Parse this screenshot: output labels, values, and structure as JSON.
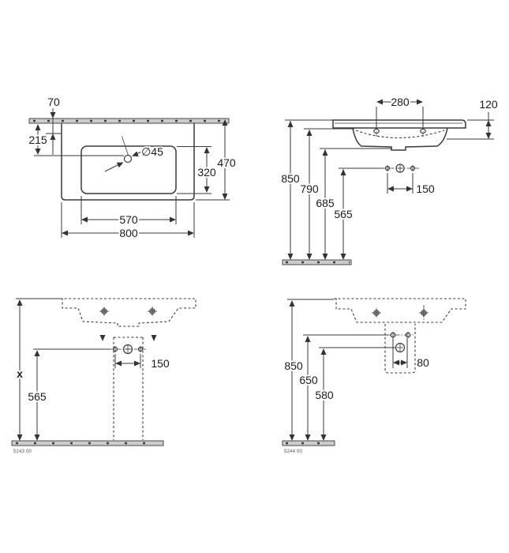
{
  "drawing_title": "washbasin-technical-drawing",
  "colors": {
    "line": "#3a3a3a",
    "text": "#1a1a1a",
    "wall_floor_band": "#cccccc",
    "background": "#ffffff"
  },
  "views": {
    "plan": {
      "dims": {
        "d70": "70",
        "d215": "215",
        "d45": "∅45",
        "d470": "470",
        "d320": "320",
        "d570": "570",
        "d800": "800"
      }
    },
    "side": {
      "dims": {
        "d280": "280",
        "d120": "120",
        "d850": "850",
        "d790": "790",
        "d685": "685",
        "d565": "565",
        "d150": "150"
      }
    },
    "front_pedestal": {
      "dims": {
        "dx": "x",
        "d565": "565",
        "d150": "150"
      },
      "part_no": "5243 00"
    },
    "front_siphon": {
      "dims": {
        "d850": "850",
        "d650": "650",
        "d580": "580",
        "d80": "80"
      },
      "part_no": "5244 00"
    }
  }
}
